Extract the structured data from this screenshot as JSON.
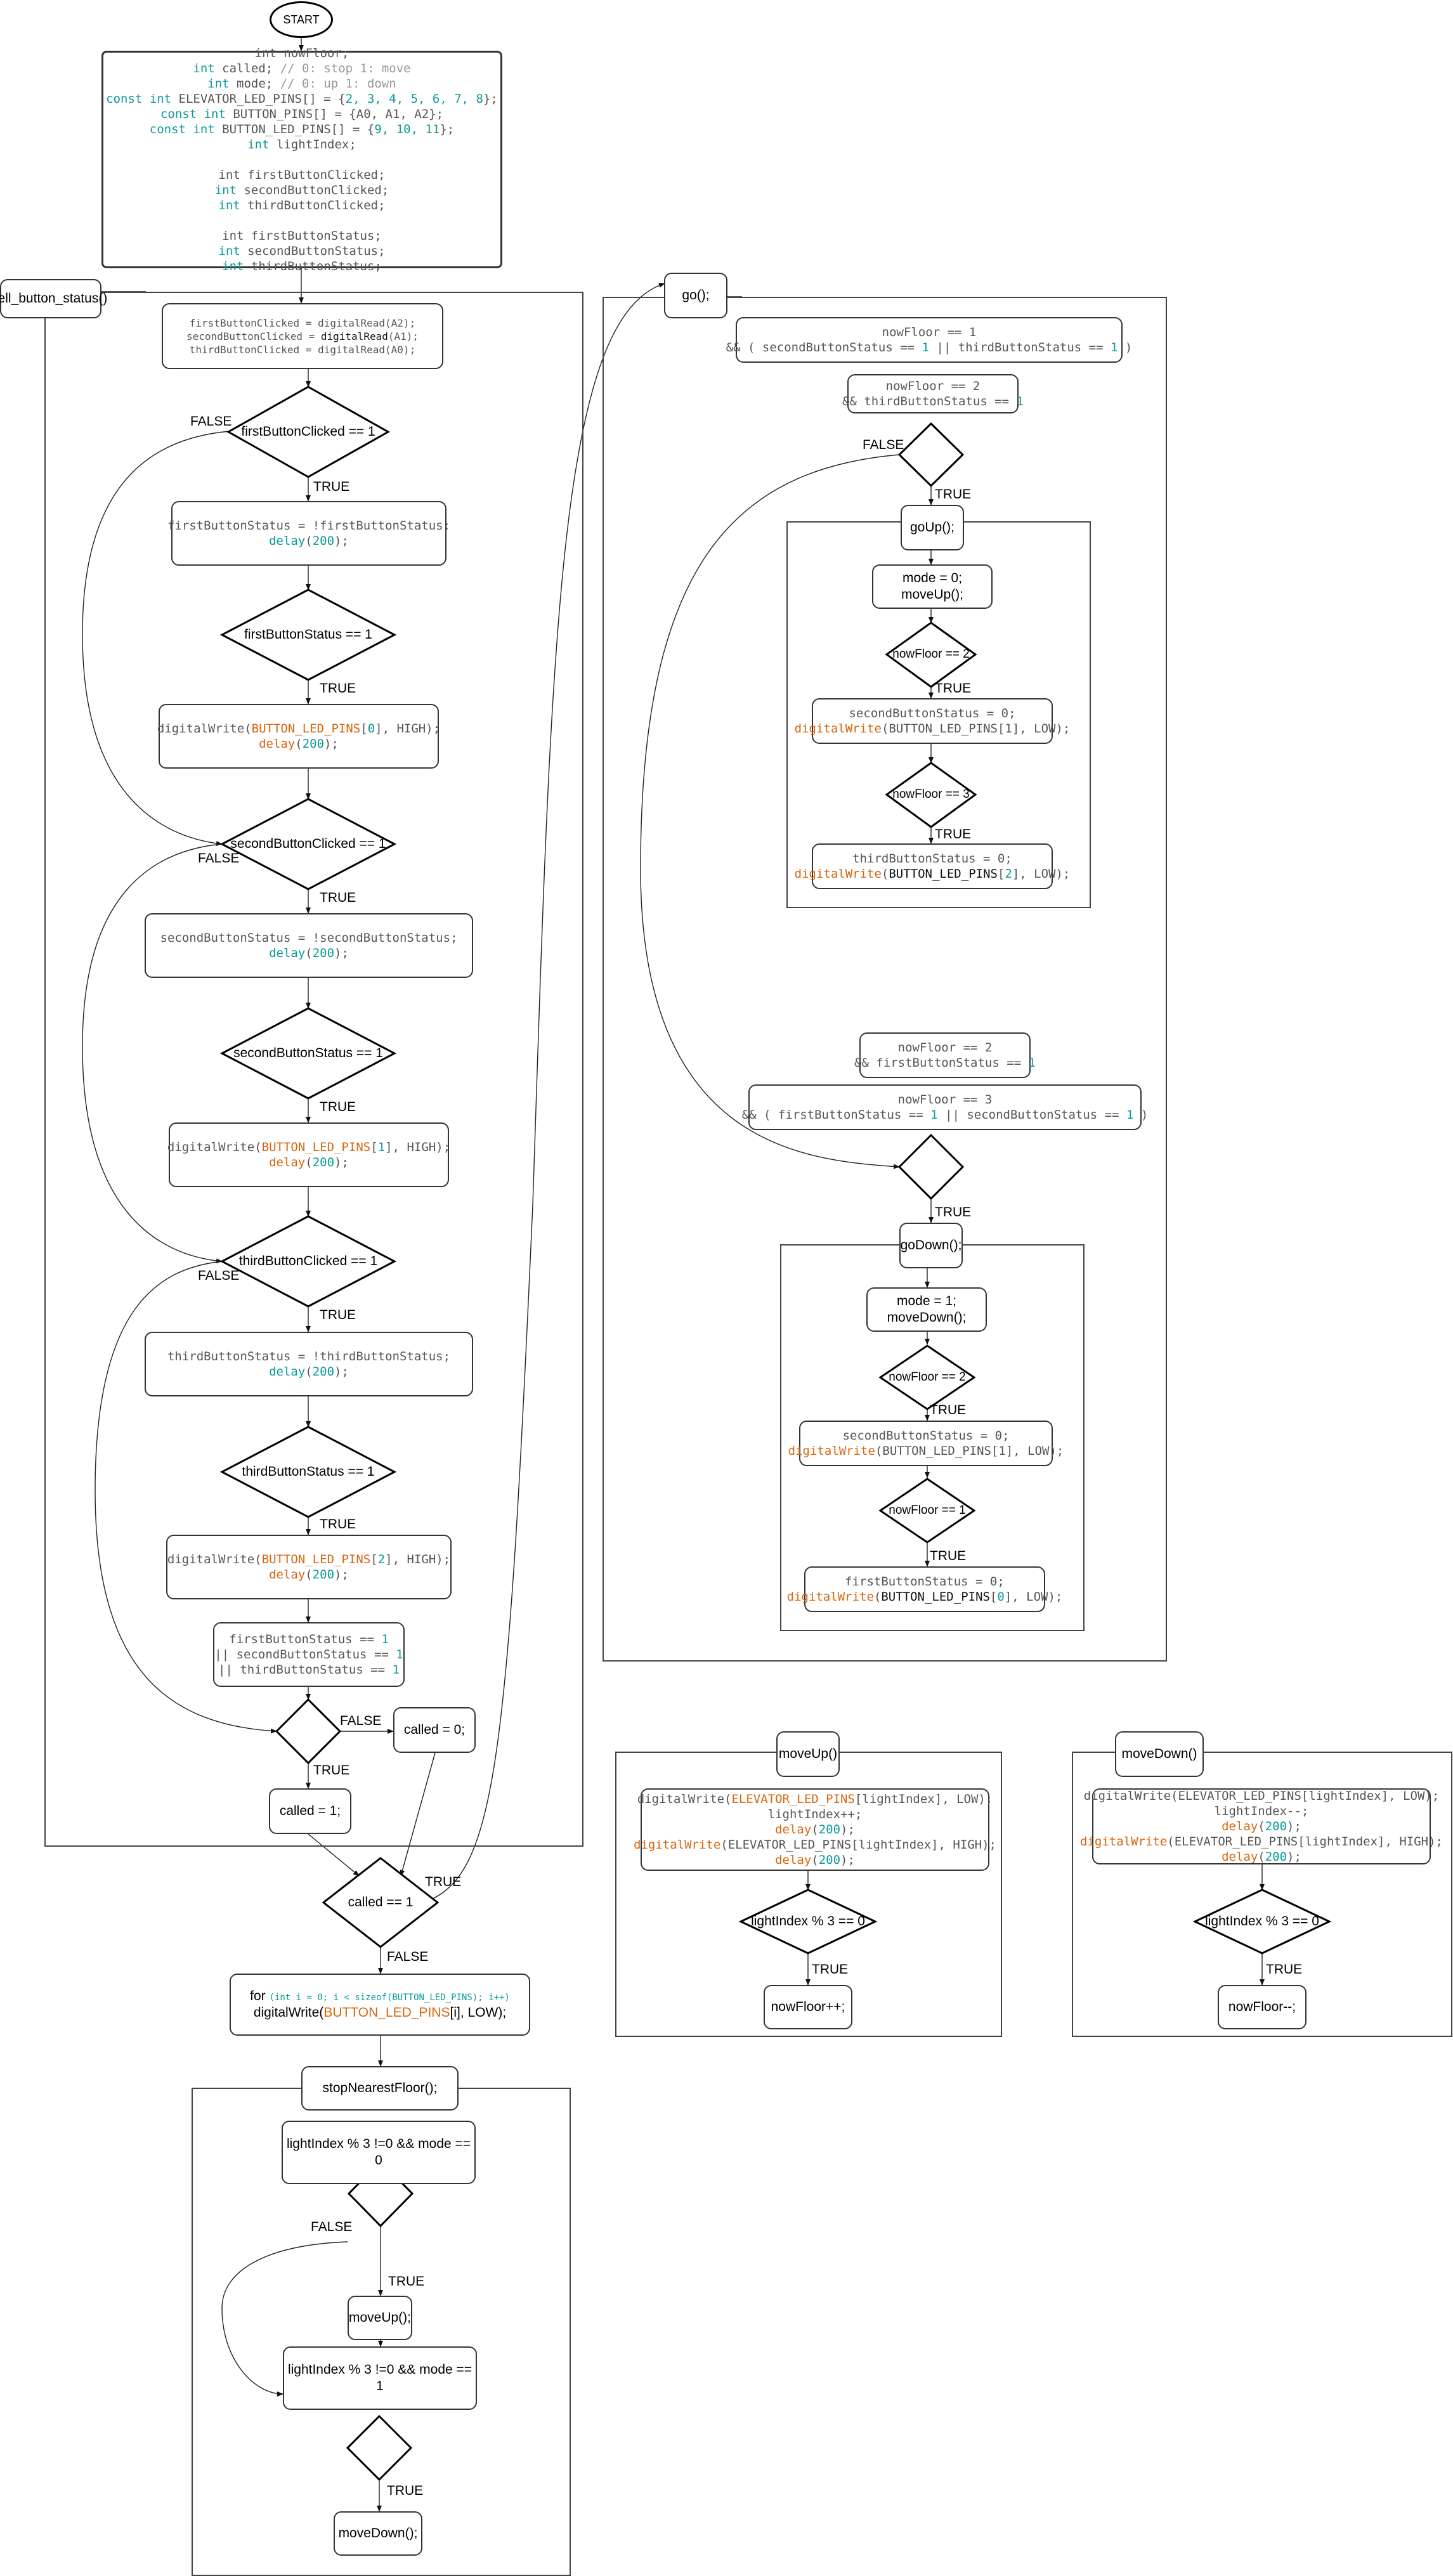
{
  "start": "START",
  "globals": {
    "lines": [
      [
        {
          "t": "int nowFloor;",
          "c": ""
        }
      ],
      [
        {
          "t": "int",
          "c": "t"
        },
        {
          "t": " called; ",
          "c": ""
        },
        {
          "t": "// 0: stop 1: move",
          "c": "cm"
        }
      ],
      [
        {
          "t": "int",
          "c": "t"
        },
        {
          "t": " mode; ",
          "c": ""
        },
        {
          "t": "// 0: up 1: down",
          "c": "cm"
        }
      ],
      [
        {
          "t": "const int",
          "c": "t"
        },
        {
          "t": " ELEVATOR_LED_PINS[] = {",
          "c": ""
        },
        {
          "t": "2, 3, 4, 5, 6, 7, 8",
          "c": "t"
        },
        {
          "t": "};",
          "c": ""
        }
      ],
      [
        {
          "t": "const int",
          "c": "t"
        },
        {
          "t": " BUTTON_PINS[] = {A0, A1, A2};",
          "c": ""
        }
      ],
      [
        {
          "t": "const int",
          "c": "t"
        },
        {
          "t": " BUTTON_LED_PINS[] = {",
          "c": ""
        },
        {
          "t": "9, 10, 11",
          "c": "t"
        },
        {
          "t": "};",
          "c": ""
        }
      ],
      [
        {
          "t": "int",
          "c": "t"
        },
        {
          "t": " lightIndex;",
          "c": ""
        }
      ],
      [
        {
          "t": " ",
          "c": ""
        }
      ],
      [
        {
          "t": "int firstButtonClicked;",
          "c": ""
        }
      ],
      [
        {
          "t": "int",
          "c": "t"
        },
        {
          "t": " secondButtonClicked;",
          "c": ""
        }
      ],
      [
        {
          "t": "int",
          "c": "t"
        },
        {
          "t": " thirdButtonClicked;",
          "c": ""
        }
      ],
      [
        {
          "t": " ",
          "c": ""
        }
      ],
      [
        {
          "t": "int firstButtonStatus;",
          "c": ""
        }
      ],
      [
        {
          "t": "int",
          "c": "t"
        },
        {
          "t": " secondButtonStatus;",
          "c": ""
        }
      ],
      [
        {
          "t": "int",
          "c": "t"
        },
        {
          "t": " thirdButtonStatus;",
          "c": ""
        }
      ]
    ]
  },
  "tell": {
    "title": "tell_button_status()",
    "read": [
      [
        {
          "t": "firstButtonClicked = digitalRead(A2);",
          "c": ""
        }
      ],
      [
        {
          "t": "secondButtonClicked = ",
          "c": ""
        },
        {
          "t": "digitalRead",
          "c": "k"
        },
        {
          "t": "(A1);",
          "c": ""
        }
      ],
      [
        {
          "t": "thirdButtonClicked = digitalRead(A0);",
          "c": ""
        }
      ]
    ],
    "d1": "firstButtonClicked == 1",
    "s1": [
      [
        {
          "t": "firstButtonStatus = !firstButtonStatus;",
          "c": ""
        }
      ],
      [
        {
          "t": "delay",
          "c": "t"
        },
        {
          "t": "(",
          "c": ""
        },
        {
          "t": "200",
          "c": "t"
        },
        {
          "t": ");",
          "c": ""
        }
      ]
    ],
    "d1b": "firstButtonStatus == 1",
    "w1": [
      [
        {
          "t": "digitalWrite(",
          "c": ""
        },
        {
          "t": "BUTTON_LED_PINS",
          "c": "o"
        },
        {
          "t": "[",
          "c": ""
        },
        {
          "t": "0",
          "c": "t"
        },
        {
          "t": "], HIGH);",
          "c": ""
        }
      ],
      [
        {
          "t": "delay",
          "c": "o"
        },
        {
          "t": "(",
          "c": ""
        },
        {
          "t": "200",
          "c": "t"
        },
        {
          "t": ");",
          "c": ""
        }
      ]
    ],
    "d2": "secondButtonClicked == 1",
    "s2": [
      [
        {
          "t": "secondButtonStatus = !secondButtonStatus;",
          "c": ""
        }
      ],
      [
        {
          "t": "delay",
          "c": "t"
        },
        {
          "t": "(",
          "c": ""
        },
        {
          "t": "200",
          "c": "t"
        },
        {
          "t": ");",
          "c": ""
        }
      ]
    ],
    "d2b": "secondButtonStatus == 1",
    "w2": [
      [
        {
          "t": "digitalWrite(",
          "c": ""
        },
        {
          "t": "BUTTON_LED_PINS",
          "c": "o"
        },
        {
          "t": "[",
          "c": ""
        },
        {
          "t": "1",
          "c": "t"
        },
        {
          "t": "], HIGH);",
          "c": ""
        }
      ],
      [
        {
          "t": "delay",
          "c": "o"
        },
        {
          "t": "(",
          "c": ""
        },
        {
          "t": "200",
          "c": "t"
        },
        {
          "t": ");",
          "c": ""
        }
      ]
    ],
    "d3": "thirdButtonClicked == 1",
    "s3": [
      [
        {
          "t": "thirdButtonStatus = !thirdButtonStatus;",
          "c": ""
        }
      ],
      [
        {
          "t": "delay",
          "c": "t"
        },
        {
          "t": "(",
          "c": ""
        },
        {
          "t": "200",
          "c": "t"
        },
        {
          "t": ");",
          "c": ""
        }
      ]
    ],
    "d3b": "thirdButtonStatus == 1",
    "w3": [
      [
        {
          "t": "digitalWrite(",
          "c": ""
        },
        {
          "t": "BUTTON_LED_PINS",
          "c": "o"
        },
        {
          "t": "[",
          "c": ""
        },
        {
          "t": "2",
          "c": "t"
        },
        {
          "t": "], HIGH);",
          "c": ""
        }
      ],
      [
        {
          "t": "delay",
          "c": "o"
        },
        {
          "t": "(",
          "c": ""
        },
        {
          "t": "200",
          "c": "t"
        },
        {
          "t": ");",
          "c": ""
        }
      ]
    ],
    "any": [
      [
        {
          "t": "firstButtonStatus == ",
          "c": ""
        },
        {
          "t": "1",
          "c": "t"
        }
      ],
      [
        {
          "t": "|| secondButtonStatus == ",
          "c": ""
        },
        {
          "t": "1",
          "c": "t"
        }
      ],
      [
        {
          "t": "|| thirdButtonStatus == ",
          "c": ""
        },
        {
          "t": "1",
          "c": "t"
        }
      ]
    ],
    "called0": "called = 0;",
    "called1": "called = 1;"
  },
  "main": {
    "dcalled": "called == 1",
    "forline1_a": "for ",
    "forline1_b": "(int i = 0; i < sizeof(BUTTON_LED_PINS); i++)",
    "forline2_a": "digitalWrite(",
    "forline2_b": "BUTTON_LED_PINS",
    "forline2_c": "[i], LOW);"
  },
  "stop": {
    "title": "stopNearestFloor();",
    "c1": "lightIndex % 3 !=0 && mode == 0",
    "up": "moveUp();",
    "c2": "lightIndex % 3 !=0 && mode == 1",
    "down": "moveDown();"
  },
  "go": {
    "title": "go();",
    "upc1": [
      [
        {
          "t": "nowFloor == 1",
          "c": ""
        }
      ],
      [
        {
          "t": "&& ( secondButtonStatus == ",
          "c": ""
        },
        {
          "t": "1",
          "c": "t"
        },
        {
          "t": " || thirdButtonStatus == ",
          "c": ""
        },
        {
          "t": "1",
          "c": "t"
        },
        {
          "t": " )",
          "c": ""
        }
      ]
    ],
    "upc2": [
      [
        {
          "t": "nowFloor == 2",
          "c": ""
        }
      ],
      [
        {
          "t": "&& thirdButtonStatus == ",
          "c": ""
        },
        {
          "t": "1",
          "c": "t"
        }
      ]
    ],
    "goUp": "goUp();",
    "upInit": [
      "mode = 0;",
      "moveUp();"
    ],
    "upD1": "nowFloor == 2",
    "upS1": [
      [
        {
          "t": "secondButtonStatus = 0;",
          "c": ""
        }
      ],
      [
        {
          "t": "digitalWrite",
          "c": "o"
        },
        {
          "t": "(BUTTON_LED_PINS[1], LOW);",
          "c": ""
        }
      ]
    ],
    "upD2": "nowFloor == 3",
    "upS2": [
      [
        {
          "t": "thirdButtonStatus = 0;",
          "c": ""
        }
      ],
      [
        {
          "t": "digitalWrite",
          "c": "o"
        },
        {
          "t": "(",
          "c": ""
        },
        {
          "t": "BUTTON_LED_PINS",
          "c": "k"
        },
        {
          "t": "[",
          "c": ""
        },
        {
          "t": "2",
          "c": "t"
        },
        {
          "t": "], LOW);",
          "c": ""
        }
      ]
    ],
    "dnc1": [
      [
        {
          "t": "nowFloor == 2",
          "c": ""
        }
      ],
      [
        {
          "t": "&& firstButtonStatus == ",
          "c": ""
        },
        {
          "t": "1",
          "c": "t"
        }
      ]
    ],
    "dnc2": [
      [
        {
          "t": "nowFloor == 3",
          "c": ""
        }
      ],
      [
        {
          "t": "&& ( firstButtonStatus == ",
          "c": ""
        },
        {
          "t": "1",
          "c": "t"
        },
        {
          "t": " || secondButtonStatus == ",
          "c": ""
        },
        {
          "t": "1",
          "c": "t"
        },
        {
          "t": " )",
          "c": ""
        }
      ]
    ],
    "goDown": "goDown();",
    "dnInit": [
      "mode = 1;",
      "moveDown();"
    ],
    "dnD1": "nowFloor == 2",
    "dnS1": [
      [
        {
          "t": "secondButtonStatus = 0;",
          "c": ""
        }
      ],
      [
        {
          "t": "digitalWrite",
          "c": "o"
        },
        {
          "t": "(BUTTON_LED_PINS[1], LOW);",
          "c": ""
        }
      ]
    ],
    "dnD2": "nowFloor == 1",
    "dnS2": [
      [
        {
          "t": "firstButtonStatus = 0;",
          "c": ""
        }
      ],
      [
        {
          "t": "digitalWrite",
          "c": "o"
        },
        {
          "t": "(",
          "c": ""
        },
        {
          "t": "BUTTON_LED_PINS",
          "c": "k"
        },
        {
          "t": "[",
          "c": ""
        },
        {
          "t": "0",
          "c": "t"
        },
        {
          "t": "], LOW);",
          "c": ""
        }
      ]
    ]
  },
  "moveUp": {
    "title": "moveUp()",
    "body": [
      [
        {
          "t": "digitalWrite(",
          "c": ""
        },
        {
          "t": "ELEVATOR_LED_PINS",
          "c": "o"
        },
        {
          "t": "[lightIndex], LOW);",
          "c": ""
        }
      ],
      [
        {
          "t": "lightIndex++;",
          "c": ""
        }
      ],
      [
        {
          "t": "delay",
          "c": "o"
        },
        {
          "t": "(",
          "c": ""
        },
        {
          "t": "200",
          "c": "t"
        },
        {
          "t": ");",
          "c": ""
        }
      ],
      [
        {
          "t": "digitalWrite",
          "c": "o"
        },
        {
          "t": "(ELEVATOR_LED_PINS[lightIndex], HIGH);",
          "c": ""
        }
      ],
      [
        {
          "t": "delay",
          "c": "o"
        },
        {
          "t": "(",
          "c": ""
        },
        {
          "t": "200",
          "c": "t"
        },
        {
          "t": ");",
          "c": ""
        }
      ]
    ],
    "cond": "lightIndex % 3 == 0",
    "act": "nowFloor++;"
  },
  "moveDown": {
    "title": "moveDown()",
    "body": [
      [
        {
          "t": "digitalWrite(ELEVATOR_LED_PINS[lightIndex], LOW);",
          "c": ""
        }
      ],
      [
        {
          "t": "lightIndex--;",
          "c": ""
        }
      ],
      [
        {
          "t": "delay",
          "c": "o"
        },
        {
          "t": "(",
          "c": ""
        },
        {
          "t": "200",
          "c": "t"
        },
        {
          "t": ");",
          "c": ""
        }
      ],
      [
        {
          "t": "digitalWrite",
          "c": "o"
        },
        {
          "t": "(ELEVATOR_LED_PINS[lightIndex], HIGH);",
          "c": ""
        }
      ],
      [
        {
          "t": "delay",
          "c": "o"
        },
        {
          "t": "(",
          "c": ""
        },
        {
          "t": "200",
          "c": "t"
        },
        {
          "t": ");",
          "c": ""
        }
      ]
    ],
    "cond": "lightIndex % 3 == 0",
    "act": "nowFloor--;"
  },
  "labels": {
    "true": "TRUE",
    "false": "FALSE"
  }
}
